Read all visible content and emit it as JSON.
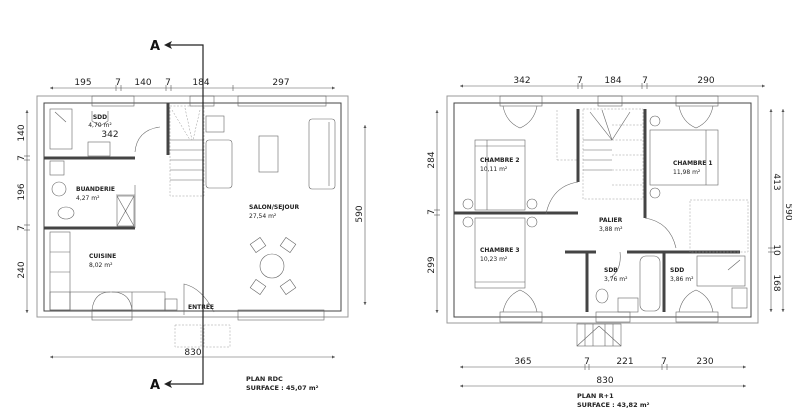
{
  "section_cut": {
    "label": "A"
  },
  "plan_rdc": {
    "title": "PLAN RDC",
    "surface": "SURFACE : 45,07 m²",
    "dims_top": [
      "195",
      "7",
      "140",
      "7",
      "184",
      "297"
    ],
    "dims_left": [
      "140",
      "7",
      "196",
      "7",
      "240"
    ],
    "dim_right": "590",
    "dim_bottom": "830",
    "inner_label": "342",
    "rooms": [
      {
        "name": "SDD",
        "area": "4,70 m²"
      },
      {
        "name": "BUANDERIE",
        "area": "4,27 m²"
      },
      {
        "name": "CUISINE",
        "area": "8,02 m²"
      },
      {
        "name": "SALON/SEJOUR",
        "area": "27,54 m²"
      },
      {
        "name": "ENTRÉE",
        "area": ""
      }
    ]
  },
  "plan_r1": {
    "title": "PLAN R+1",
    "surface": "SURFACE : 43,82 m²",
    "dims_top": [
      "342",
      "7",
      "184",
      "7",
      "290"
    ],
    "dims_left": [
      "284",
      "7",
      "299"
    ],
    "dims_right_inner": [
      "413",
      "10",
      "168"
    ],
    "dim_right": "590",
    "dims_bottom": [
      "365",
      "7",
      "221",
      "7",
      "230"
    ],
    "dim_bottom_total": "830",
    "rooms": [
      {
        "name": "CHAMBRE 2",
        "area": "10,11 m²"
      },
      {
        "name": "CHAMBRE 1",
        "area": "11,98 m²"
      },
      {
        "name": "PALIER",
        "area": "3,88 m²"
      },
      {
        "name": "CHAMBRE 3",
        "area": "10,23 m²"
      },
      {
        "name": "SDB",
        "area": "3,76 m²"
      },
      {
        "name": "SDD",
        "area": "3,86 m²"
      }
    ]
  }
}
